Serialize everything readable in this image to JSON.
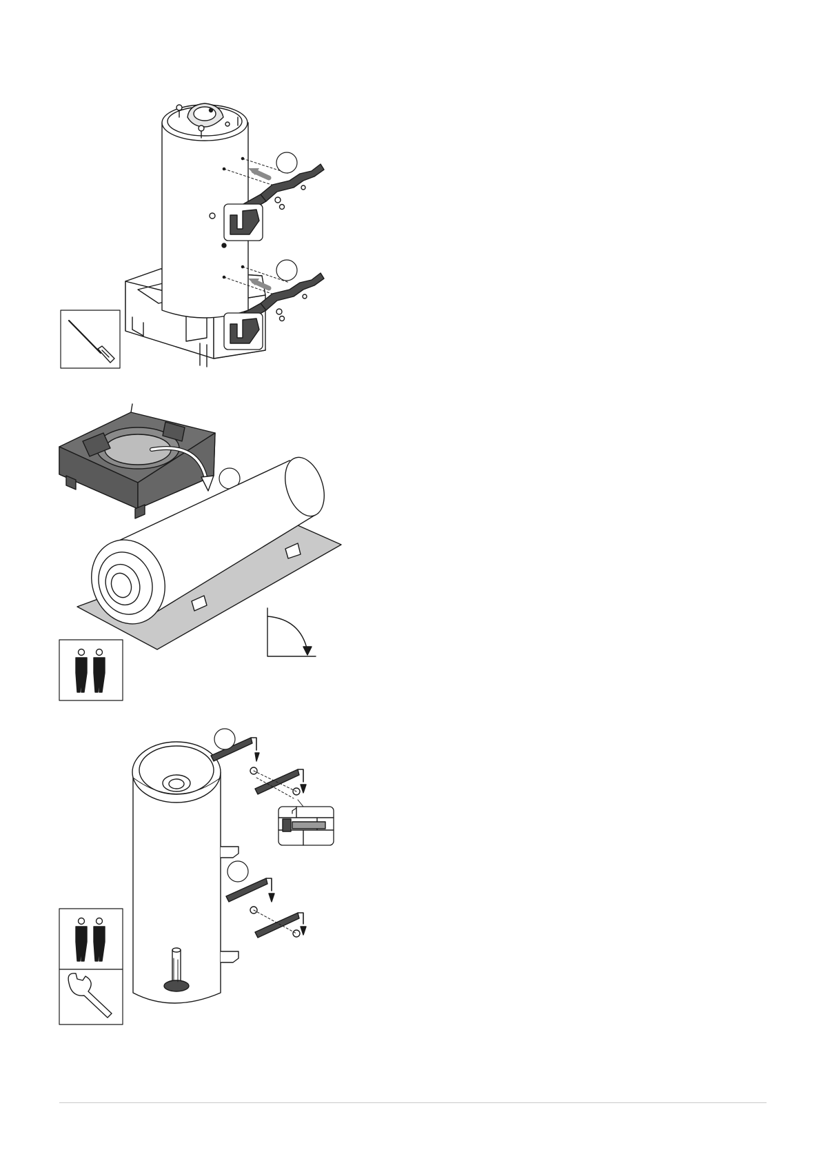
{
  "document": {
    "type": "installation-manual-page",
    "figures": [
      {
        "id": "fig-1",
        "icons": [
          "screwdriver-icon"
        ],
        "callouts": 2
      },
      {
        "id": "fig-2",
        "icons": [
          "two-person-lift-icon",
          "tilt-direction-icon"
        ],
        "callouts": 1
      },
      {
        "id": "fig-3",
        "icons": [
          "two-person-lift-icon",
          "wrench-icon",
          "wall-plug-detail-icon"
        ],
        "callouts": 2
      }
    ]
  },
  "colors": {
    "line": "#1a1a1a",
    "bracket_fill": "#4a4a4a",
    "base_fill": "#6f6f6f",
    "sheet_fill": "#c9c9c9",
    "arrow_fill": "#8a8a8a",
    "footer_rule": "#c8c8c8"
  }
}
